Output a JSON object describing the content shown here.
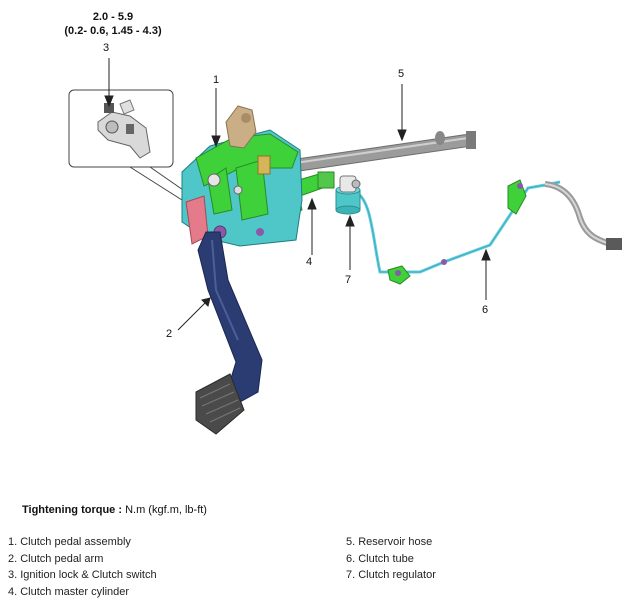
{
  "torque_spec": {
    "value_nm": "2.0 - 5.9",
    "value_alt": "(0.2- 0.6, 1.45 - 4.3)"
  },
  "callouts": [
    "1",
    "2",
    "3",
    "4",
    "5",
    "6",
    "7"
  ],
  "caption": {
    "label": "Tightening torque :",
    "units": "N.m (kgf.m, lb-ft)"
  },
  "legend": {
    "left": [
      "1. Clutch pedal assembly",
      "2. Clutch pedal arm",
      "3. Ignition lock & Clutch switch",
      "4. Clutch master cylinder"
    ],
    "right": [
      "5. Reservoir hose",
      "6. Clutch tube",
      "7. Clutch regulator"
    ]
  },
  "colors": {
    "bracket_green": "#3fd13a",
    "body_cyan": "#4fc7c9",
    "pedal_navy": "#2b3c73",
    "hose_gray": "#8c8c8c",
    "tube_cyan": "#5fd0e0",
    "tan_bracket": "#c9ae86",
    "pink_part": "#e47a8a",
    "purple_part": "#8a5aa8"
  }
}
